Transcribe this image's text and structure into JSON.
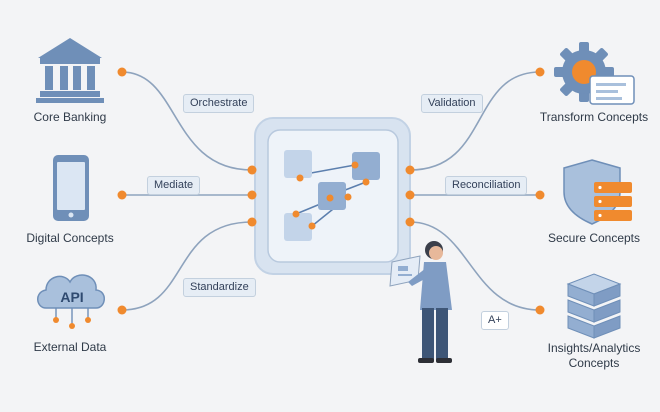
{
  "sources": [
    {
      "id": "core-banking",
      "label": "Core Banking",
      "icon": "bank-building-icon"
    },
    {
      "id": "digital-concepts",
      "label": "Digital Concepts",
      "icon": "smartphone-icon"
    },
    {
      "id": "external-data",
      "label": "External Data",
      "icon": "api-cloud-icon",
      "icon_text": "API"
    }
  ],
  "targets": [
    {
      "id": "transform-concepts",
      "label": "Transform Concepts",
      "icon": "gear-dashboard-icon"
    },
    {
      "id": "secure-concepts",
      "label": "Secure Concepts",
      "icon": "shield-server-icon"
    },
    {
      "id": "insights-analytics",
      "label_line1": "Insights/Analytics",
      "label_line2": "Concepts",
      "icon": "stacked-blocks-icon"
    }
  ],
  "connectors": {
    "orchestrate": "Orchestrate",
    "mediate": "Mediate",
    "standardize": "Standardize",
    "validation": "Validation",
    "reconciliation": "Reconciliation"
  },
  "annotation": "A+",
  "colors": {
    "node_dot": "#f08a2e",
    "line": "#8ea3bd",
    "hub_fill": "#d8e3f0",
    "hub_border": "#b8c9de",
    "icon_blue": "#6f8fb8",
    "icon_light": "#a9c0dc",
    "accent_orange": "#f08a2e"
  }
}
